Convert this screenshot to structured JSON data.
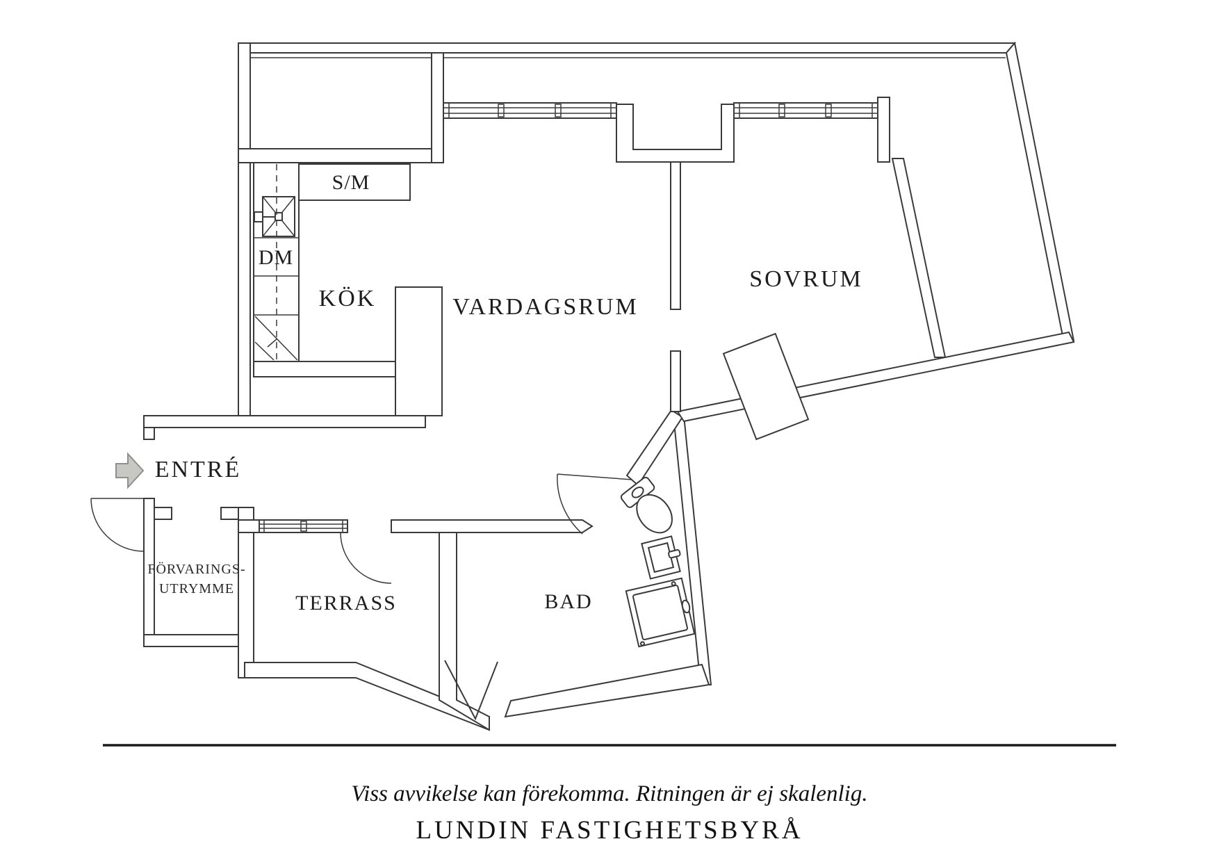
{
  "plan": {
    "labels": {
      "kok": "KÖK",
      "vardagsrum": "VARDAGSRUM",
      "sovrum": "SOVRUM",
      "entre": "ENTRÉ",
      "forvaring_line1": "FÖRVARINGS-",
      "forvaring_line2": "UTRYMME",
      "terrass": "TERRASS",
      "bad": "BAD",
      "sm": "S/M",
      "dm": "DM"
    },
    "icons": {
      "entrance_arrow": "right-arrow"
    },
    "colors": {
      "line": "#3a3a3a",
      "text": "#1d1d1d",
      "arrow_fill": "#c7c7c3",
      "arrow_stroke": "#8f8f8b",
      "background": "#ffffff"
    }
  },
  "footer": {
    "disclaimer": "Viss avvikelse kan förekomma. Ritningen är ej skalenlig.",
    "agency": "LUNDIN FASTIGHETSBYRÅ"
  }
}
